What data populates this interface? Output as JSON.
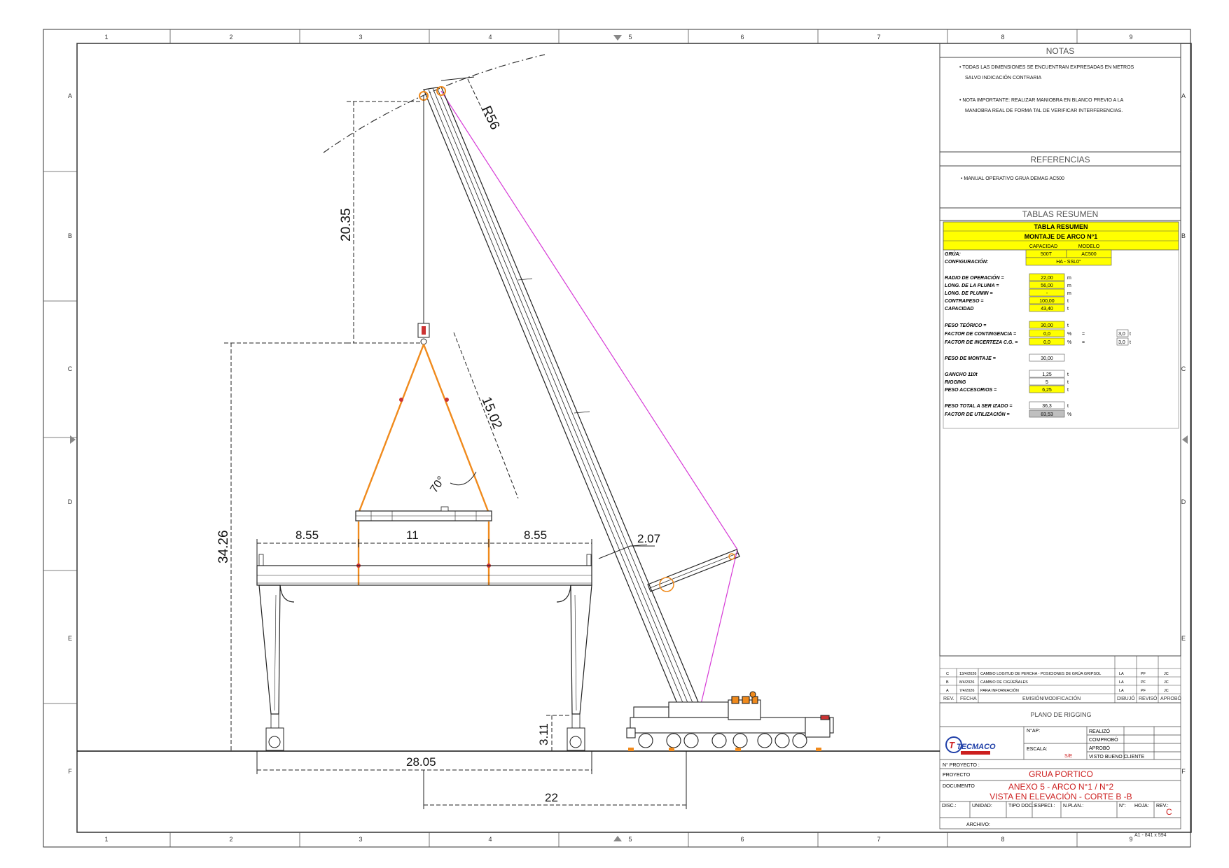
{
  "sheet": {
    "columns": [
      "1",
      "2",
      "3",
      "4",
      "5",
      "6",
      "7",
      "8",
      "9"
    ],
    "rows": [
      "A",
      "B",
      "C",
      "D",
      "E",
      "F"
    ],
    "format": "A1 - 841 x 594"
  },
  "notes": {
    "title": "NOTAS",
    "lines": [
      "• TODAS LAS DIMENSIONES SE ENCUENTRAN EXPRESADAS EN METROS",
      "SALVO INDICACIÓN CONTRARIA",
      "• NOTA IMPORTANTE: REALIZAR MANIOBRA EN BLANCO PREVIO A LA",
      "MANIOBRA REAL DE FORMA TAL DE VERIFICAR INTERFERENCIAS."
    ]
  },
  "references": {
    "title": "REFERENCIAS",
    "items": [
      "• MANUAL OPERATIVO GRUA DEMAG AC500"
    ]
  },
  "summary": {
    "title": "TABLAS RESUMEN",
    "table_title": "TABLA RESUMEN",
    "table_subtitle": "MONTAJE DE ARCO N°1",
    "head_capacity": "CAPACIDAD",
    "head_model": "MODELO",
    "crane_label": "GRÚA:",
    "crane_capacity": "500T",
    "crane_model": "AC500",
    "config_label": "CONFIGURACIÓN:",
    "config_value": "HA - SSL0°",
    "rows": [
      {
        "label": "RADIO DE OPERACIÓN =",
        "value": "22,00",
        "unit": "m"
      },
      {
        "label": "LONG. DE LA PLUMA =",
        "value": "56,00",
        "unit": "m"
      },
      {
        "label": "LONG. DE PLUMIN =",
        "value": "-",
        "unit": "m"
      },
      {
        "label": "CONTRAPESO =",
        "value": "100,00",
        "unit": "t"
      },
      {
        "label": "CAPACIDAD",
        "value": "43,40",
        "unit": "t"
      },
      {
        "label": "PESO TEÓRICO =",
        "value": "30,00",
        "unit": "t"
      },
      {
        "label": "FACTOR DE CONTINGENCIA =",
        "value": "0,0",
        "unit": "%"
      },
      {
        "label": "FACTOR DE INCERTEZA C.G. =",
        "value": "0,0",
        "unit": "%"
      },
      {
        "label": "PESO DE MONTAJE =",
        "value": "30,00",
        "unit": ""
      },
      {
        "label": "GANCHO 110t",
        "value": "1,25",
        "unit": "t"
      },
      {
        "label": "RIGGING",
        "value": "5",
        "unit": "t"
      },
      {
        "label": "PESO ACCESORIOS =",
        "value": "6,25",
        "unit": "t"
      },
      {
        "label": "PESO TOTAL A SER IZADO =",
        "value": "36,3",
        "unit": "t"
      },
      {
        "label": "FACTOR DE UTILIZACIÓN =",
        "value": "83,53",
        "unit": "%"
      }
    ],
    "side_eq1": "=",
    "side_val1": "3,0",
    "side_unit1": "t",
    "side_eq2": "=",
    "side_val2": "3,0",
    "side_unit2": "t"
  },
  "revisions": {
    "rows": [
      {
        "rev": "C",
        "date": "13/4/2026",
        "desc": "CAMBIO LOGITUD DE PERCHA - POSICIONES DE GRÚA GRIPSOL",
        "d": "LA",
        "r": "PF",
        "a": "JC"
      },
      {
        "rev": "B",
        "date": "8/4/2026",
        "desc": "CAMBIO DE CIGÜEÑALES",
        "d": "LA",
        "r": "PF",
        "a": "JC"
      },
      {
        "rev": "A",
        "date": "7/4/2026",
        "desc": "PARA INFORMACIÓN",
        "d": "LA",
        "r": "PF",
        "a": "JC"
      }
    ],
    "headers": {
      "rev": "REV.",
      "date": "FECHA",
      "desc": "EMISIÓN/MODIFICACIÓN",
      "d": "DIBUJÓ",
      "r": "REVISÓ",
      "a": "APROBÓ"
    }
  },
  "title_block": {
    "plan_title": "PLANO DE RIGGING",
    "logo_text": "TECMACO",
    "np_label": "N°AP:",
    "escala_label": "ESCALA:",
    "escala_value": "S/E",
    "realizo": "REALIZÓ",
    "comprobo": "COMPROBÓ",
    "aprobo": "APROBÓ",
    "visto": "VISTO BUENO CLIENTE",
    "proyecto_label": "N° PROYECTO :",
    "project_label": "PROYECTO",
    "project_value": "GRUA PORTICO",
    "doc_label": "DOCUMENTO",
    "doc_line1": "ANEXO 5 -  ARCO N°1 / N°2",
    "doc_line2": "VISTA EN ELEVACIÓN - CORTE B -B",
    "f_disc": "DISC.:",
    "f_unidad": "UNIDAD:",
    "f_tipodoc": "TIPO DOC.:",
    "f_especi": "ESPECI.:",
    "f_nplano": "N.PLAN.:",
    "f_nro": "N°:",
    "f_hoja": "HOJA:",
    "f_rev": "REV.:",
    "rev_value": "C",
    "archivo": "ARCHIVO:"
  },
  "drawing": {
    "dim_radius": "R56",
    "dim_hook_height": "20.35",
    "dim_total_height": "34.26",
    "dim_sling": "15.02",
    "dim_angle": "70°",
    "dim_left": "8.55",
    "dim_center": "11",
    "dim_right": "8.55",
    "dim_clearance": "2.07",
    "dim_base": "3.11",
    "dim_span": "28.05",
    "dim_radius_op": "22"
  },
  "colors": {
    "rigging": "#f08a1c",
    "guy_line": "#d63ad6",
    "highlight": "#ffff00",
    "title_red": "#cc1f1f",
    "logo_blue": "#1f3fa8"
  }
}
